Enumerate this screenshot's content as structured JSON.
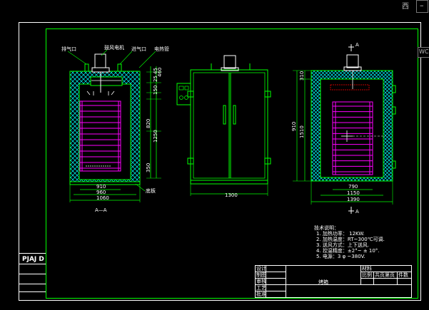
{
  "colors": {
    "background": "#000000",
    "frame": "#ffffff",
    "drawing": "#00ff00",
    "heater": "#ff00ff",
    "insulation": "#00ffff",
    "fan": "#ffffff",
    "hidden": "#ff0000"
  },
  "ui": {
    "top_right_glyph": "西",
    "minimize_glyph": "–",
    "side_tag": "WC",
    "left_stamp": "PJAJ D"
  },
  "view_left": {
    "callouts": {
      "exhaust": "排气口",
      "fan_motor": "鼓风电机",
      "intake": "进气口",
      "heater": "电热管"
    },
    "section_label": "A—A",
    "base_label": "底板",
    "dims_v": [
      "45",
      "25",
      "150",
      "460",
      "820",
      "1250",
      "350"
    ],
    "dims_h": [
      "910",
      "960",
      "1060"
    ]
  },
  "view_middle": {
    "dims_h": [
      "1300"
    ]
  },
  "view_right": {
    "section_top": "A",
    "section_bottom": "A",
    "dims_v": [
      "310",
      "1510",
      "910"
    ],
    "dims_h": [
      "790",
      "1150",
      "1390"
    ]
  },
  "notes": {
    "title": "技术说明：",
    "lines": [
      "1. 加热功率： 12KW.",
      "2. 加热温度：RT~300℃可调.",
      "3. 送风方式：上下送风.",
      "4. 控温精度：±2°~ ± 10°.",
      "5. 电源：3 φ ~380V."
    ]
  },
  "title_block": {
    "rows": [
      "设计",
      "制图",
      "审核",
      "工艺",
      "批准"
    ],
    "material_label": "材料",
    "scale_label": "比例",
    "quantity_label": "共页第页",
    "sheet_label": "件数",
    "product_name": "烤箱"
  }
}
